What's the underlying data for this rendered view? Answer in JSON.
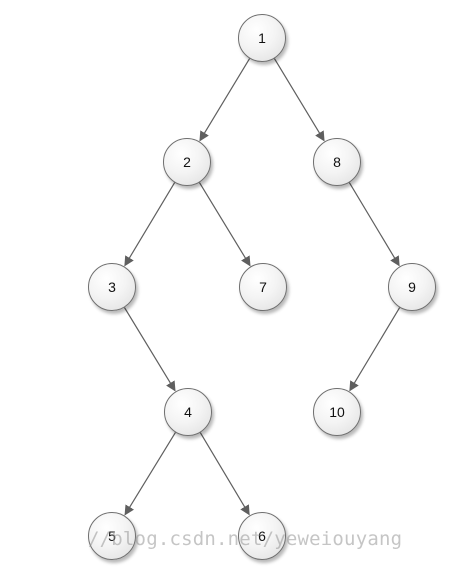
{
  "nodes": {
    "n1": "1",
    "n2": "2",
    "n3": "3",
    "n4": "4",
    "n5": "5",
    "n6": "6",
    "n7": "7",
    "n8": "8",
    "n9": "9",
    "n10": "10"
  },
  "edges": [
    [
      "n1",
      "n2"
    ],
    [
      "n1",
      "n8"
    ],
    [
      "n2",
      "n3"
    ],
    [
      "n2",
      "n7"
    ],
    [
      "n3",
      "n4"
    ],
    [
      "n4",
      "n5"
    ],
    [
      "n4",
      "n6"
    ],
    [
      "n8",
      "n9"
    ],
    [
      "n9",
      "n10"
    ]
  ],
  "watermark": "//blog.csdn.net/yeweiouyang",
  "colors": {
    "edge": "#5f5f5f",
    "node_border": "#6f6f6f",
    "text": "#111111"
  }
}
